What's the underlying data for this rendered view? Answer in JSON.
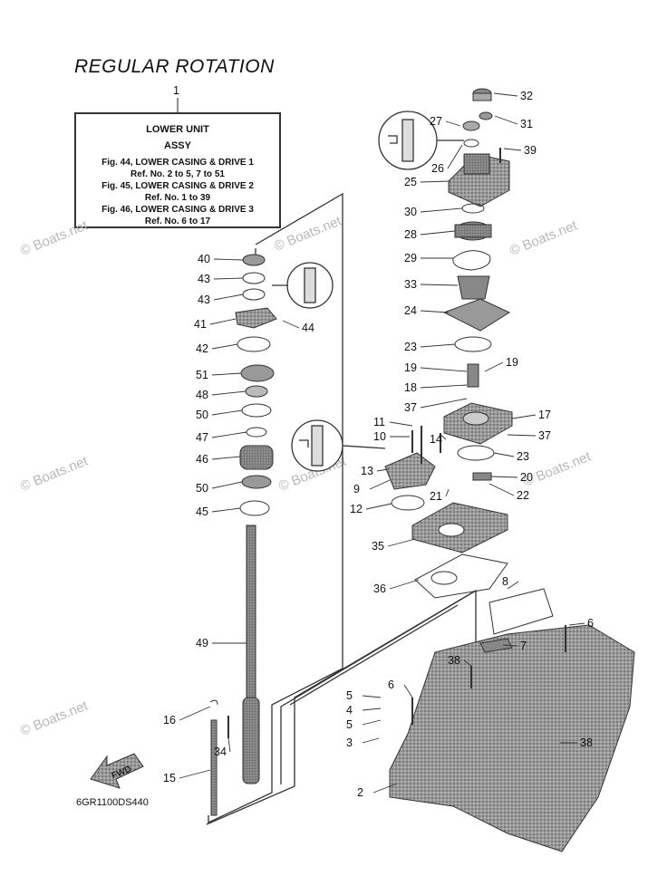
{
  "title": "REGULAR ROTATION",
  "ref_box": {
    "number": "1",
    "line1": "LOWER UNIT",
    "line2": "ASSY",
    "refs": [
      "Fig. 44, LOWER CASING & DRIVE 1",
      "Ref. No. 2 to 5, 7 to 51",
      "Fig. 45, LOWER CASING & DRIVE 2",
      "Ref. No. 1 to 39",
      "Fig. 46, LOWER CASING & DRIVE 3",
      "Ref. No. 6 to 17"
    ]
  },
  "diagram_code": "6GR1100DS440",
  "fwd_label": "FWD",
  "watermark": "© Boats.net",
  "callouts": [
    "32",
    "31",
    "27",
    "39",
    "26",
    "25",
    "30",
    "28",
    "29",
    "33",
    "24",
    "23",
    "19",
    "19",
    "18",
    "37",
    "17",
    "37",
    "11",
    "10",
    "14",
    "13",
    "9",
    "23",
    "20",
    "22",
    "21",
    "12",
    "35",
    "36",
    "8",
    "6",
    "7",
    "38",
    "6",
    "5",
    "4",
    "5",
    "3",
    "38",
    "2",
    "40",
    "43",
    "43",
    "41",
    "44",
    "42",
    "51",
    "48",
    "50",
    "47",
    "46",
    "50",
    "45",
    "49",
    "16",
    "34",
    "15"
  ]
}
